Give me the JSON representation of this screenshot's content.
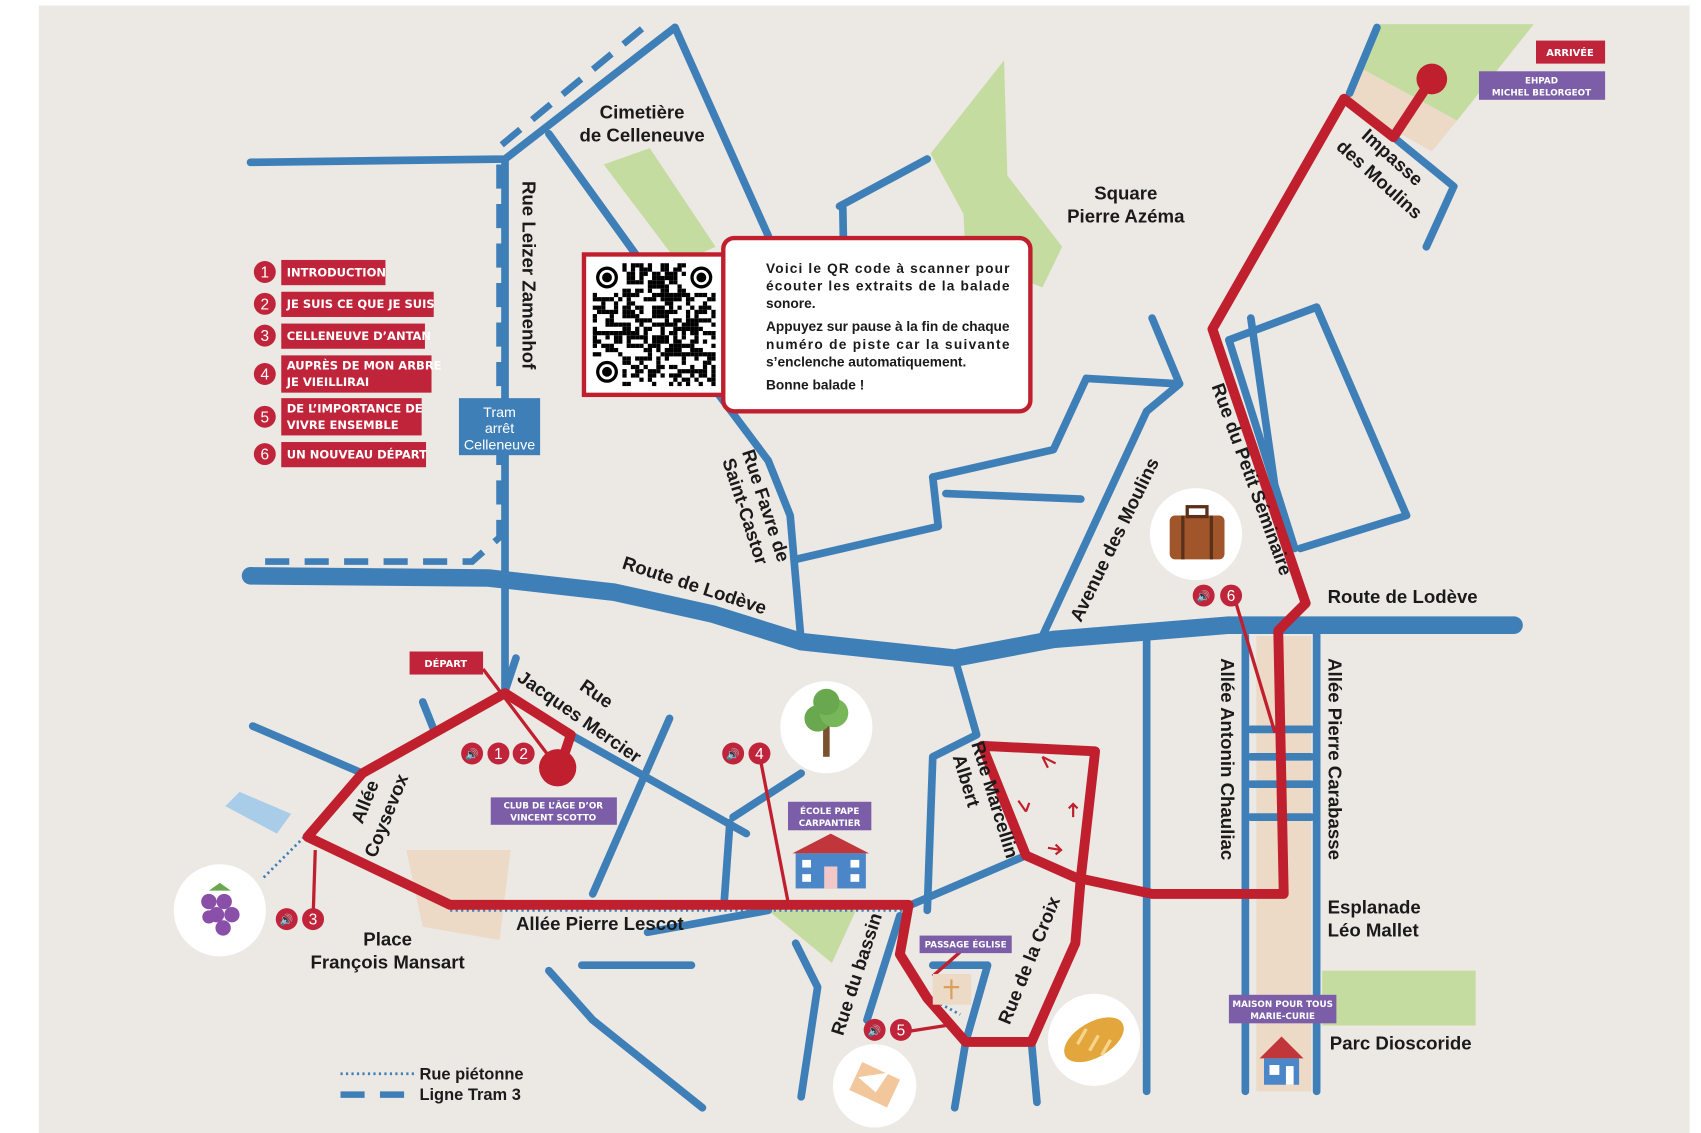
{
  "colors": {
    "street": "#3f7fb8",
    "route": "#c0202e",
    "badge_red": "#c0243a",
    "badge_purple": "#7b5ea7",
    "park": "#c5dca0",
    "plaza": "#ecd9c6",
    "background": "#ece8e4"
  },
  "legend": {
    "items": [
      {
        "num": "1",
        "lines": [
          "INTRODUCTION"
        ]
      },
      {
        "num": "2",
        "lines": [
          "JE SUIS CE QUE JE SUIS"
        ]
      },
      {
        "num": "3",
        "lines": [
          "CELLENEUVE D’ANTAN"
        ]
      },
      {
        "num": "4",
        "lines": [
          "AUPRÈS DE MON ARBRE",
          "JE VIEILLIRAI"
        ]
      },
      {
        "num": "5",
        "lines": [
          "DE L’IMPORTANCE DE",
          "VIVRE ENSEMBLE"
        ]
      },
      {
        "num": "6",
        "lines": [
          "UN NOUVEAU DÉPART"
        ]
      }
    ]
  },
  "qr_box": {
    "lines": [
      "Voici le QR code à scanner pour",
      "écouter les extraits de la balade",
      "sonore.",
      "Appuyez sur pause à la fin de chaque",
      "numéro de piste car la suivante",
      "s’enclenche automatiquement.",
      "Bonne balade !"
    ]
  },
  "tram_stop": {
    "lines": [
      "Tram",
      "arrêt",
      "Celleneuve"
    ]
  },
  "places": {
    "cimetiere": [
      "Cimetière",
      "de Celleneuve"
    ],
    "square": [
      "Square",
      "Pierre Azéma"
    ],
    "esplanade": [
      "Esplanade",
      "Léo Mallet"
    ],
    "parc": "Parc Dioscoride",
    "place": [
      "Place",
      "François Mansart"
    ]
  },
  "streets": {
    "zamenhof": "Rue Leizer Zamenhof",
    "lodeve1": "Route de Lodève",
    "lodeve2": "Route de Lodève",
    "favre": [
      "Rue Favre de",
      "Saint-Castor"
    ],
    "avenue_moulins": "Avenue des Moulins",
    "petit_seminaire": "Rue du Petit Séminaire",
    "impasse": [
      "Impasse",
      "des Moulins"
    ],
    "chauliac": "Allée Antonin Chauliac",
    "carabasse": "Allée Pierre Carabasse",
    "lescot": "Allée Pierre Lescot",
    "coysevox": [
      "Allée",
      "Coysevox"
    ],
    "mercier": [
      "Rue",
      "Jacques Mercier"
    ],
    "marcellin": [
      "Rue Marcellin",
      "Albert"
    ],
    "bassin": "Rue du bassin",
    "croix": "Rue de la Croix"
  },
  "badges": {
    "depart": "DÉPART",
    "arrivee": "ARRIVÉE",
    "club": [
      "CLUB DE L’ÂGE D’OR",
      "VINCENT SCOTTO"
    ],
    "ecole": [
      "ÉCOLE PAPE",
      "CARPANTIER"
    ],
    "eglise": "PASSAGE ÉGLISE",
    "maison": [
      "MAISON POUR TOUS",
      "MARIE-CURIE"
    ],
    "ehpad": [
      "EHPAD",
      "MICHEL BELORGEOT"
    ]
  },
  "track_markers": {
    "m12": [
      "1",
      "2"
    ],
    "m3": "3",
    "m4": "4",
    "m5": "5",
    "m6": "6"
  },
  "map_legend": {
    "pedestrian": "Rue piétonne",
    "tram": "Ligne Tram 3"
  },
  "icons": [
    "grapes-icon",
    "tree-icon",
    "school-icon",
    "suitcase-icon",
    "bread-icon",
    "envelope-icon",
    "house-icon",
    "speaker-icon",
    "qr-code"
  ]
}
